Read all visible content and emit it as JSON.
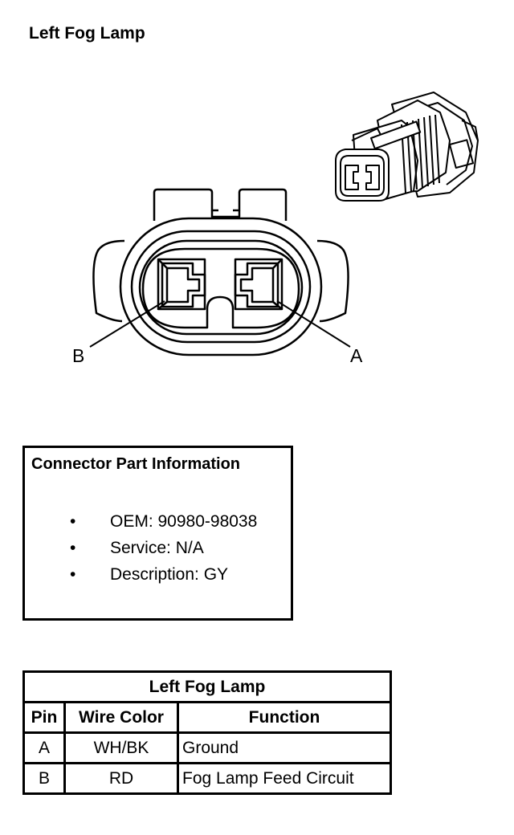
{
  "title": "Left Fog Lamp",
  "connector_view": {
    "pin_labels": [
      "B",
      "A"
    ]
  },
  "connector_info": {
    "heading": "Connector Part Information",
    "items": [
      "OEM: 90980-98038",
      "Service: N/A",
      "Description: GY"
    ]
  },
  "pin_table": {
    "caption": "Left Fog Lamp",
    "headers": [
      "Pin",
      "Wire Color",
      "Function"
    ],
    "rows": [
      [
        "A",
        "WH/BK",
        "Ground"
      ],
      [
        "B",
        "RD",
        "Fog Lamp Feed Circuit"
      ]
    ]
  }
}
